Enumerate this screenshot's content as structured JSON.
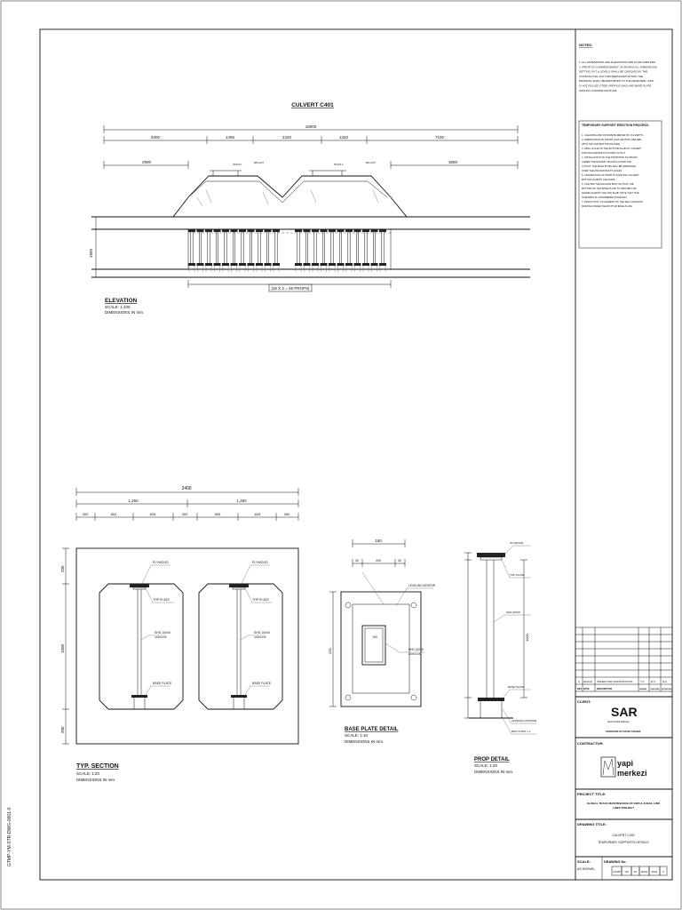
{
  "culvert_title": "CULVERT C401",
  "elevation": {
    "overall_dim": "18000",
    "dims_row2": [
      "5300",
      "1455",
      "2420",
      "1420",
      "7100"
    ],
    "dims_row3_left": "2900",
    "dims_row3_right": "3690",
    "prop_dim": "[18 X 2 = 36 PROPS]",
    "height_dim": "1850",
    "title": "ELEVATION",
    "scale": "SCALE: 1:100",
    "units": "DIMENSIONS IN mm."
  },
  "section": {
    "overall_dim": "2400",
    "half_dims": [
      "1,250",
      "1,250"
    ],
    "sub_dims": [
      "300",
      "653",
      "625",
      "300",
      "655",
      "625",
      "300"
    ],
    "labels": {
      "plywood": "PLYWOOD",
      "top_plate": "TOP PLATE",
      "shs": "SHS 100x5",
      "shs_sub": "ASTM A36",
      "base_plate": "BASE PLATE"
    },
    "vert_dims": [
      "200",
      "1000",
      "200"
    ],
    "title": "TYP. SECTION",
    "scale": "SCALE: 1:20",
    "units": "DIMENSIONS IN mm."
  },
  "base_plate_detail": {
    "top_dim": "150",
    "sub_dims": [
      "30",
      "200",
      "30"
    ],
    "side_dim": "200",
    "inner": "100",
    "labels": {
      "mortar": "LEVELING MORTAR",
      "shs": "SHS 100X5",
      "shs_sub": "ASTM A36"
    },
    "title": "BASE PLATE DETAIL",
    "scale": "SCALE: 1:10",
    "units": "DIMENSIONS IN mm."
  },
  "prop_detail": {
    "labels": {
      "plywood": "PLYWOOD",
      "top_plate": "TOP PLATE",
      "shs": "SHS 100X5",
      "base_plate": "BASE PLATE",
      "mortar": "LEVELING MORTAR",
      "bolts": "BOLTS M16 x 4"
    },
    "height_dim": "1000",
    "title": "PROP DETAIL",
    "scale": "SCALE: 1:20",
    "units": "DIMENSIONS IN mm."
  },
  "notes": {
    "heading": "NOTES:",
    "items": [
      "1.  ALL DIMENSIONS AND ELEVATIONS ARE IN MILLIMETERS.",
      "2.  PRIOR TO COMMENCEMENT OF WORKS ALL DIMENSIONS",
      "     SETTING OUT & LEVELS SHALL BE CHECKED BY THE",
      "     CONTRACTOR. ANY DISCREPANCIES WITHIN THE",
      "     DRAWING SHALL BE REPORTED TO THE DESIGNER / SAR.",
      "3.  HOT ROLLED STEEL PROFILE (SHS) AND BASE PLATE",
      "     SHOULD CONFIRM ASTM A36."
    ]
  },
  "sequence": {
    "heading": "TEMPORARY SUPPORT ERECTION PROCESS:",
    "items": [
      "1.  CLEANING AND CONCRETE REPAIR OF CULVERTS.",
      "2.  FABRICATION OF PROPS (SHS SECTION WELDED",
      "     WITH TOP AND BOTTOM PLATES).",
      "3.  DRILL HOLES IN THE BOTTOM SLAB OF CULVERT",
      "     FOR ANCHOR BOLTS AS PER LAYOUT.",
      "4.  INSTALLATION OF THE PROB WITH PLYWOOD",
      "     UNDER THE RAILWAY TRACKS AS PER THE",
      "     LAYOUT. THE BASE PLATE WILL BE ARRANGED",
      "     OVER THE ANCHOR BOLTS HOLES.",
      "5.  CONNECTION OF PROB TO EXISTING CULVERT",
      "     BOTTOM SLAB BY ANCHORS.",
      "6.  TIGHTEN THE ANCHOR BOLT NUTS AT THE",
      "     BOTTOM OF THE BASE PLATE TO SECURE THE",
      "     FRAME AGAINST THE TOP SLAB. NOTE THAT THIS",
      "     SCENARIO IS CONSIDERED IN DESIGN.",
      "7.  EXECUTION / PLACEMENT OF THE SELF LEVELING",
      "     MORTAR UNDER THE BOTTOM BASE PLATE."
    ]
  },
  "revision": {
    "row": [
      "0",
      "2021/01",
      "ISSUED FOR CONSTRUCTION",
      "T.S.",
      "M.S.",
      "M.C."
    ],
    "header": [
      "REV",
      "DATE",
      "DESCRIPTION",
      "DRAWN",
      "CHECKED",
      "APPROVED"
    ]
  },
  "client": {
    "label": "CLIENT:",
    "logo": "SAR",
    "sub": "Saudi Arabia Railways",
    "country": "KINGDOM OF SAUDI ARABIA"
  },
  "contractor": {
    "label": "CONTRACTOR:",
    "logo_top": "yapi",
    "logo_bottom": "merkezi"
  },
  "project": {
    "label": "PROJECT TITLE:",
    "line1": "GLOBAL TRACK MAINTENANCE OF EWR & JUBAIL LINK",
    "line2": "LINES PROJECT"
  },
  "drawing_title": {
    "label": "DRAWING TITLE:",
    "line1": "CULVERT C401",
    "line2": "TEMPORARY SUPPORTS DETAILS"
  },
  "footer": {
    "scale_label": "SCALE:",
    "scale_value": "AS SHOWN",
    "drawing_no_label": "DRAWING No.",
    "cells": [
      "GTMP",
      "YM",
      "ST",
      "DWG",
      "0001",
      "0"
    ]
  },
  "side_code": "GTMP-YM-STR-DWG-0001-0"
}
